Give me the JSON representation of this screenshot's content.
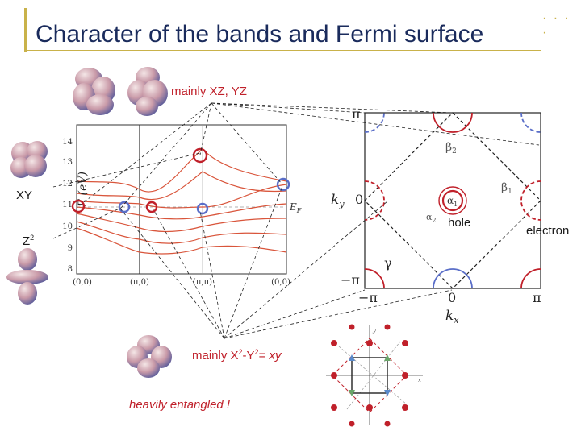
{
  "slide": {
    "title": "Character of the bands and Fermi surface",
    "label_xz_yz": "mainly XZ, YZ",
    "label_xy": "XY",
    "label_z2": "Z",
    "label_z2_sup": "2",
    "label_x2y2_a": "mainly X",
    "label_x2y2_sup1": "2",
    "label_x2y2_b": "-Y",
    "label_x2y2_sup2": "2",
    "label_x2y2_c": "= ",
    "label_x2y2_xy": "xy",
    "label_entangled": "heavily entangled !",
    "label_hole": "hole",
    "label_electron": "electron"
  },
  "band_plot": {
    "ylabel": "E (eV)",
    "yticks": [
      "14",
      "13",
      "12",
      "11",
      "10",
      "9",
      "8"
    ],
    "xticks": [
      "(0,0)",
      "(π,0)",
      "(π,π)",
      "(0,0)"
    ],
    "ef_label": "E",
    "ef_sub": "F"
  },
  "fermi_plot": {
    "pi_top": "π",
    "pi_left": "−π",
    "zero_left": "0",
    "ky": "k",
    "ky_sub": "y",
    "pi_bottom_left": "−π",
    "zero_bottom": "0",
    "pi_bottom_right": "π",
    "kx": "k",
    "kx_sub": "x",
    "beta2": "β",
    "beta2_sub": "2",
    "beta1": "β",
    "beta1_sub": "1",
    "alpha1": "α",
    "alpha1_sub": "1",
    "alpha2": "α",
    "alpha2_sub": "2",
    "gamma": "γ"
  },
  "colors": {
    "red": "#c0202a",
    "blue": "#5a6ec8",
    "gold": "#c9b24a",
    "title": "#1a2b5c"
  },
  "icons": [
    "orbital-xz-icon",
    "orbital-yz-icon",
    "orbital-xy-icon",
    "orbital-z2-icon",
    "orbital-x2y2-icon",
    "lattice-icon"
  ]
}
